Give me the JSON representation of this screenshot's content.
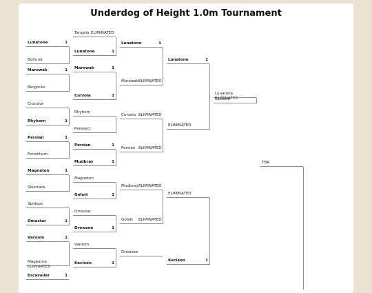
{
  "title": "Underdog of Height 1.0m Tournament",
  "eliminated_label": "ELIMINATED",
  "rounds": [
    {
      "name": "round-1",
      "slots": [
        {
          "name": "Lunatone",
          "score": "1",
          "win": true
        },
        {
          "name": "Boltund",
          "score": "",
          "win": false
        },
        {
          "name": "Marowak",
          "score": "1",
          "win": true
        },
        {
          "name": "Bergmite",
          "score": "",
          "win": false
        },
        {
          "name": "Crocalor",
          "score": "",
          "win": false
        },
        {
          "name": "Rhyhorn",
          "score": "1",
          "win": true
        },
        {
          "name": "Persian",
          "score": "1",
          "win": true
        },
        {
          "name": "Ferrothorn",
          "score": "",
          "win": false
        },
        {
          "name": "Magneton",
          "score": "1",
          "win": true
        },
        {
          "name": "Skuntank",
          "score": "",
          "win": false
        },
        {
          "name": "Spidops",
          "score": "",
          "win": false
        },
        {
          "name": "Omastar",
          "score": "1",
          "win": true
        },
        {
          "name": "Varoom",
          "score": "1",
          "win": true
        },
        {
          "name": "Magearna",
          "score": "",
          "win": false,
          "eliminated": true
        },
        {
          "name": "Escavalier",
          "score": "1",
          "win": true
        }
      ]
    },
    {
      "name": "round-2",
      "slots": [
        {
          "name": "Tangela",
          "score": "",
          "win": false,
          "eliminated": true
        },
        {
          "name": "Lunatone",
          "score": "1",
          "win": true
        },
        {
          "name": "Marowak",
          "score": "1",
          "win": true
        },
        {
          "name": "Cursola",
          "score": "1",
          "win": true
        },
        {
          "name": "Rhyhorn",
          "score": "",
          "win": false
        },
        {
          "name": "Paresect",
          "score": "",
          "win": false
        },
        {
          "name": "Persian",
          "score": "1",
          "win": true
        },
        {
          "name": "Mudbray",
          "score": "1",
          "win": true
        },
        {
          "name": "Magneton",
          "score": "",
          "win": false
        },
        {
          "name": "Golett",
          "score": "1",
          "win": true
        },
        {
          "name": "Omastar",
          "score": "",
          "win": false
        },
        {
          "name": "Drowzee",
          "score": "1",
          "win": true
        },
        {
          "name": "Varoom",
          "score": "",
          "win": false
        },
        {
          "name": "Kecleon",
          "score": "1",
          "win": true
        }
      ]
    },
    {
      "name": "round-3",
      "slots": [
        {
          "name": "Lunatone",
          "score": "1",
          "win": true
        },
        {
          "name": "Marowak",
          "score": "",
          "win": false,
          "eliminated": true
        },
        {
          "name": "Cursola",
          "score": "",
          "win": false,
          "eliminated": true
        },
        {
          "name": "Persian",
          "score": "",
          "win": false,
          "eliminated": true
        },
        {
          "name": "Mudbray",
          "score": "",
          "win": false,
          "eliminated": true
        },
        {
          "name": "Golett",
          "score": "",
          "win": false,
          "eliminated": true
        },
        {
          "name": "Drowzee",
          "score": "",
          "win": false
        }
      ]
    },
    {
      "name": "round-4",
      "slots": [
        {
          "name": "Lunatone",
          "score": "1",
          "win": true
        },
        {
          "name": "",
          "score": "",
          "win": false,
          "eliminated": true
        },
        {
          "name": "",
          "score": "",
          "win": false,
          "eliminated": true
        },
        {
          "name": "Kecleon",
          "score": "1",
          "win": true
        }
      ]
    },
    {
      "name": "round-5",
      "slots": [
        {
          "name": "Lunatone",
          "score": "",
          "win": false,
          "eliminated": true
        },
        {
          "name": "Kecleon",
          "score": "",
          "win": false
        }
      ]
    },
    {
      "name": "final",
      "slots": [
        {
          "name": "TBA",
          "score": "",
          "win": false
        }
      ]
    }
  ]
}
